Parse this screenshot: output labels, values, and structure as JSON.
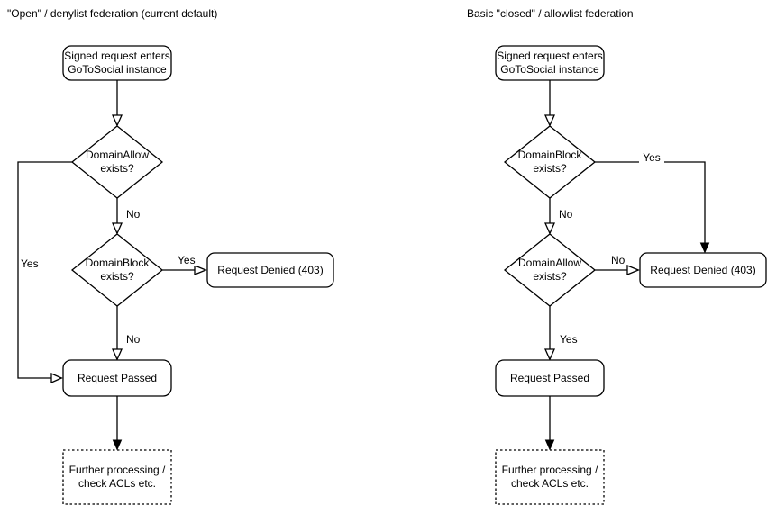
{
  "left_chart": {
    "title": "\"Open\" / denylist federation (current default)",
    "nodes": {
      "start": "Signed request enters\nGoToSocial instance",
      "decision1": "DomainAllow\nexists?",
      "decision2": "DomainBlock\nexists?",
      "denied": "Request Denied (403)",
      "passed": "Request Passed",
      "further": "Further processing /\ncheck ACLs etc."
    },
    "edge_labels": {
      "d1_no": "No",
      "d1_yes": "Yes",
      "d2_yes": "Yes",
      "d2_no": "No"
    }
  },
  "right_chart": {
    "title": "Basic \"closed\" / allowlist federation",
    "nodes": {
      "start": "Signed request enters\nGoToSocial instance",
      "decision1": "DomainBlock\nexists?",
      "decision2": "DomainAllow\nexists?",
      "denied": "Request Denied (403)",
      "passed": "Request Passed",
      "further": "Further processing /\ncheck ACLs etc."
    },
    "edge_labels": {
      "d1_no": "No",
      "d1_yes": "Yes",
      "d2_no": "No",
      "d2_yes": "Yes"
    }
  },
  "colors": {
    "stroke": "#000000",
    "background": "#ffffff",
    "text": "#000000"
  }
}
